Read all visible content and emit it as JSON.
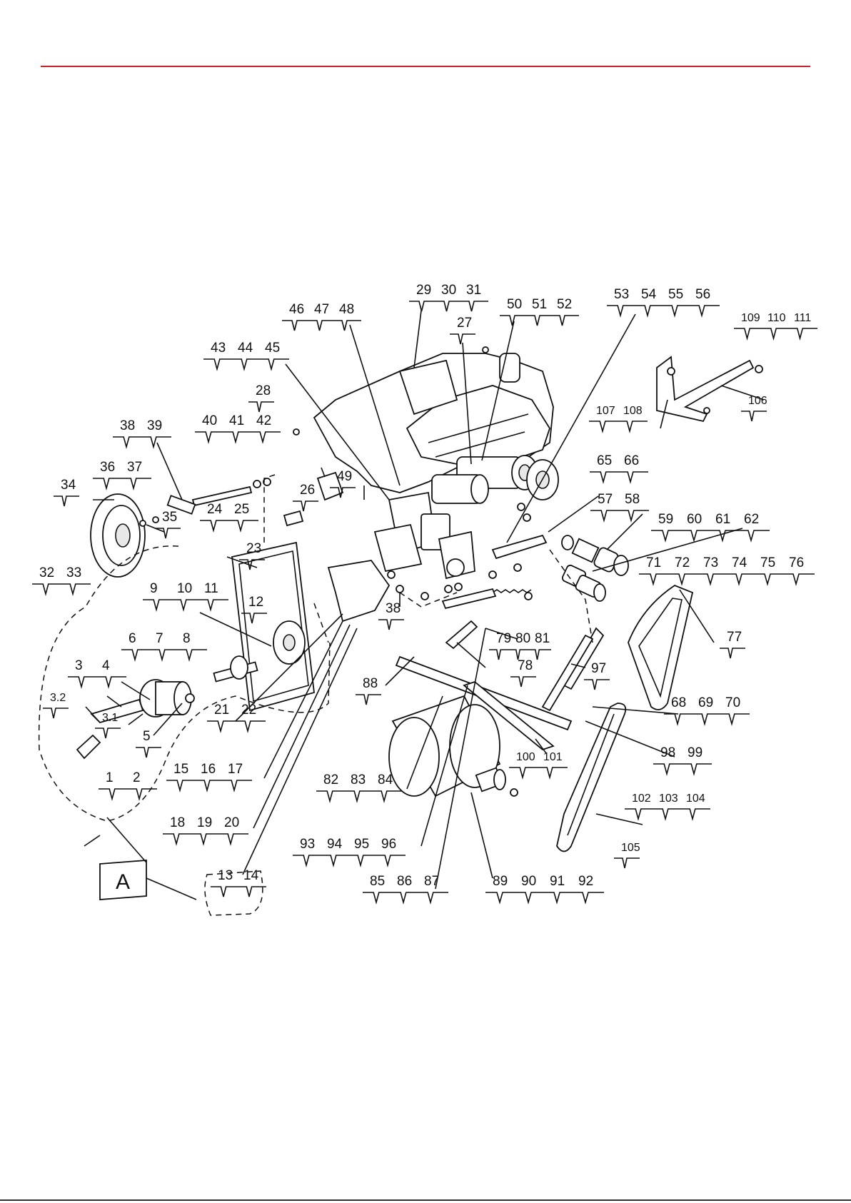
{
  "colors": {
    "rule": "#c8202a",
    "ink": "#111111"
  },
  "callouts": [
    {
      "id": "c1",
      "labels": [
        "29",
        "30",
        "31"
      ]
    },
    {
      "id": "c2",
      "labels": [
        "46",
        "47",
        "48"
      ]
    },
    {
      "id": "c3",
      "labels": [
        "27"
      ]
    },
    {
      "id": "c4",
      "labels": [
        "50",
        "51",
        "52"
      ]
    },
    {
      "id": "c5",
      "labels": [
        "53",
        "54",
        "55",
        "56"
      ]
    },
    {
      "id": "c6",
      "labels": [
        "109",
        "110",
        "111"
      ]
    },
    {
      "id": "c7",
      "labels": [
        "43",
        "44",
        "45"
      ]
    },
    {
      "id": "c8",
      "labels": [
        "28"
      ]
    },
    {
      "id": "c9",
      "labels": [
        "106"
      ]
    },
    {
      "id": "c10",
      "labels": [
        "107",
        "108"
      ]
    },
    {
      "id": "c11",
      "labels": [
        "38",
        "39"
      ]
    },
    {
      "id": "c12",
      "labels": [
        "40",
        "41",
        "42"
      ]
    },
    {
      "id": "c13",
      "labels": [
        "36",
        "37"
      ]
    },
    {
      "id": "c14",
      "labels": [
        "34"
      ]
    },
    {
      "id": "c15",
      "labels": [
        "26"
      ]
    },
    {
      "id": "c16",
      "labels": [
        "49"
      ]
    },
    {
      "id": "c17",
      "labels": [
        "65",
        "66"
      ]
    },
    {
      "id": "c18",
      "labels": [
        "57",
        "58"
      ]
    },
    {
      "id": "c19",
      "labels": [
        "24",
        "25"
      ]
    },
    {
      "id": "c20",
      "labels": [
        "35"
      ]
    },
    {
      "id": "c21",
      "labels": [
        "59",
        "60",
        "61",
        "62"
      ]
    },
    {
      "id": "c22",
      "labels": [
        "32",
        "33"
      ]
    },
    {
      "id": "c23",
      "labels": [
        "23"
      ]
    },
    {
      "id": "c24",
      "labels": [
        "71",
        "72",
        "73",
        "74",
        "75",
        "76"
      ]
    },
    {
      "id": "c25",
      "labels": [
        "12"
      ]
    },
    {
      "id": "c26",
      "labels": [
        "38"
      ]
    },
    {
      "id": "c27",
      "labels": [
        "9",
        "10",
        "11"
      ]
    },
    {
      "id": "c28",
      "labels": [
        "77"
      ]
    },
    {
      "id": "c29",
      "labels": [
        "79",
        "80",
        "81"
      ]
    },
    {
      "id": "c30",
      "labels": [
        "6",
        "7",
        "8"
      ]
    },
    {
      "id": "c31",
      "labels": [
        "78"
      ]
    },
    {
      "id": "c32",
      "labels": [
        "97"
      ]
    },
    {
      "id": "c33",
      "labels": [
        "3",
        "4"
      ]
    },
    {
      "id": "c34",
      "labels": [
        "88"
      ]
    },
    {
      "id": "c35",
      "labels": [
        "3.2"
      ]
    },
    {
      "id": "c36",
      "labels": [
        "68",
        "69",
        "70"
      ]
    },
    {
      "id": "c37",
      "labels": [
        "21",
        "22"
      ]
    },
    {
      "id": "c38",
      "labels": [
        "3.1"
      ]
    },
    {
      "id": "c39",
      "labels": [
        "5"
      ]
    },
    {
      "id": "c40",
      "labels": [
        "98",
        "99"
      ]
    },
    {
      "id": "c41",
      "labels": [
        "100",
        "101"
      ]
    },
    {
      "id": "c42",
      "labels": [
        "1",
        "2"
      ]
    },
    {
      "id": "c43",
      "labels": [
        "15",
        "16",
        "17"
      ]
    },
    {
      "id": "c44",
      "labels": [
        "82",
        "83",
        "84"
      ]
    },
    {
      "id": "c45",
      "labels": [
        "102",
        "103",
        "104"
      ]
    },
    {
      "id": "c46",
      "labels": [
        "18",
        "19",
        "20"
      ]
    },
    {
      "id": "c47",
      "labels": [
        "105"
      ]
    },
    {
      "id": "c48",
      "labels": [
        "93",
        "94",
        "95",
        "96"
      ]
    },
    {
      "id": "c49",
      "labels": [
        "13",
        "14"
      ]
    },
    {
      "id": "c50",
      "labels": [
        "85",
        "86",
        "87"
      ]
    },
    {
      "id": "c51",
      "labels": [
        "89",
        "90",
        "91",
        "92"
      ]
    }
  ],
  "assembly_tag": "A"
}
